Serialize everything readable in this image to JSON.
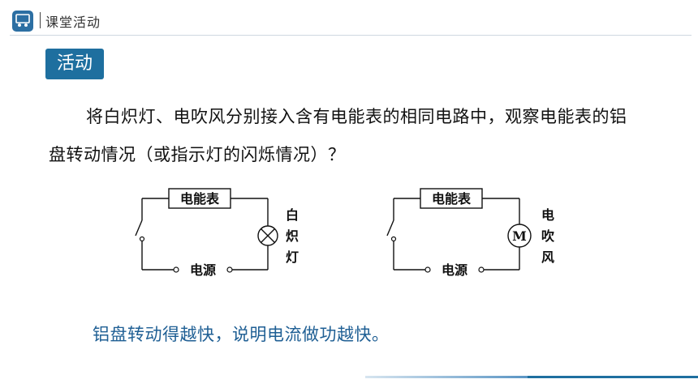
{
  "header": {
    "title": "课堂活动",
    "logo_icon": "classroom-icon"
  },
  "badge": "活动",
  "question": {
    "line1": "将白炽灯、电吹风分别接入含有电能表的相同电路中，观察",
    "line2": "电能表的铝盘转动情况（或指示灯的闪烁情况）？"
  },
  "circuit_left": {
    "meter": "电能表",
    "source": "电源",
    "device": [
      "白",
      "炽",
      "灯"
    ]
  },
  "circuit_right": {
    "meter": "电能表",
    "source": "电源",
    "motor_symbol": "M",
    "device": [
      "电",
      "吹",
      "风"
    ]
  },
  "conclusion": "铝盘转动得越快，说明电流做功越快。",
  "colors": {
    "accent": "#1e6f9f",
    "conclusion": "#1f5f94"
  }
}
